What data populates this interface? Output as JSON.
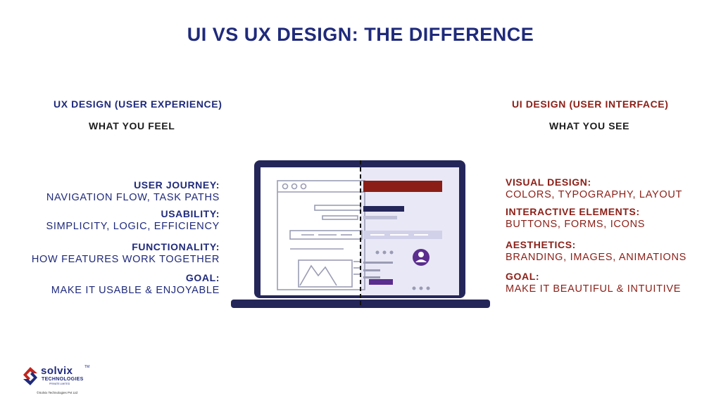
{
  "title": "UI VS UX DESIGN: THE DIFFERENCE",
  "ux": {
    "heading": "UX DESIGN (USER EXPERIENCE)",
    "subheading": "WHAT YOU FEEL",
    "items": [
      {
        "heading": "USER JOURNEY:",
        "text": "NAVIGATION FLOW, TASK PATHS"
      },
      {
        "heading": "USABILITY:",
        "text": "SIMPLICITY, LOGIC, EFFICIENCY"
      },
      {
        "heading": "FUNCTIONALITY:",
        "text": "HOW FEATURES WORK TOGETHER"
      },
      {
        "heading": "GOAL:",
        "text": "MAKE IT USABLE & ENJOYABLE"
      }
    ]
  },
  "ui": {
    "heading": "UI DESIGN (USER INTERFACE)",
    "subheading": "WHAT YOU SEE",
    "items": [
      {
        "heading": "VISUAL DESIGN:",
        "text": "COLORS, TYPOGRAPHY, LAYOUT"
      },
      {
        "heading": "INTERACTIVE ELEMENTS:",
        "text": "BUTTONS, FORMS, ICONS"
      },
      {
        "heading": "AESTHETICS:",
        "text": "BRANDING, IMAGES, ANIMATIONS"
      },
      {
        "heading": "GOAL:",
        "text": "MAKE IT BEAUTIFUL & INTUITIVE"
      }
    ]
  },
  "logo": {
    "name": "solvix",
    "tm": "TM",
    "line1": "TECHNOLOGIES",
    "line2": "PRIVATE LIMITED",
    "copyright": "©Solvix Technologies Pvt Ltd"
  },
  "colors": {
    "ux_navy": "#1f2a7c",
    "ui_red": "#8b1e16",
    "laptop_dark": "#24265a",
    "wireframe_gray": "#9a9cb4",
    "ui_purple": "#5b2d8e",
    "screen_right_bg": "#e9e8f6"
  }
}
